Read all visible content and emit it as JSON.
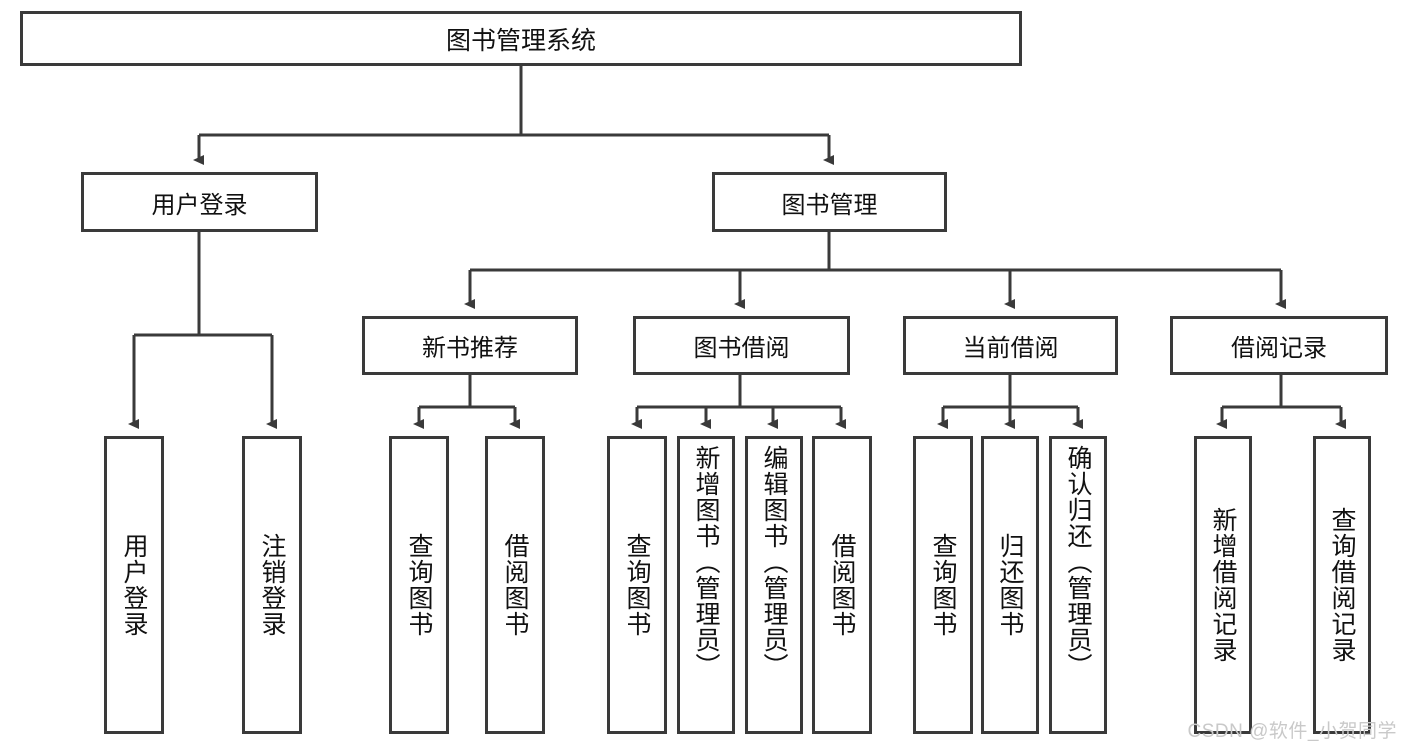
{
  "diagram": {
    "title": "图书管理系统",
    "watermark": "CSDN @软件_小贺同学",
    "line_color": "#3a3a3a",
    "background_color": "#ffffff",
    "text_color": "#111111",
    "watermark_color": "#c9c9c9",
    "root": {
      "label": "图书管理系统"
    },
    "level2": [
      {
        "label": "用户登录"
      },
      {
        "label": "图书管理"
      }
    ],
    "level3": [
      {
        "label": "新书推荐"
      },
      {
        "label": "图书借阅"
      },
      {
        "label": "当前借阅"
      },
      {
        "label": "借阅记录"
      }
    ],
    "leaves": {
      "user_login": [
        {
          "label": "用户登录"
        },
        {
          "label": "注销登录"
        }
      ],
      "new_book_recommend": [
        {
          "label": "查询图书"
        },
        {
          "label": "借阅图书"
        }
      ],
      "book_borrow": [
        {
          "label": "查询图书"
        },
        {
          "label": "新增图书（管理员）"
        },
        {
          "label": "编辑图书（管理员）"
        },
        {
          "label": "借阅图书"
        }
      ],
      "current_borrow": [
        {
          "label": "查询图书"
        },
        {
          "label": "归还图书"
        },
        {
          "label": "确认归还（管理员）"
        }
      ],
      "borrow_record": [
        {
          "label": "新增借阅记录"
        },
        {
          "label": "查询借阅记录"
        }
      ]
    }
  }
}
